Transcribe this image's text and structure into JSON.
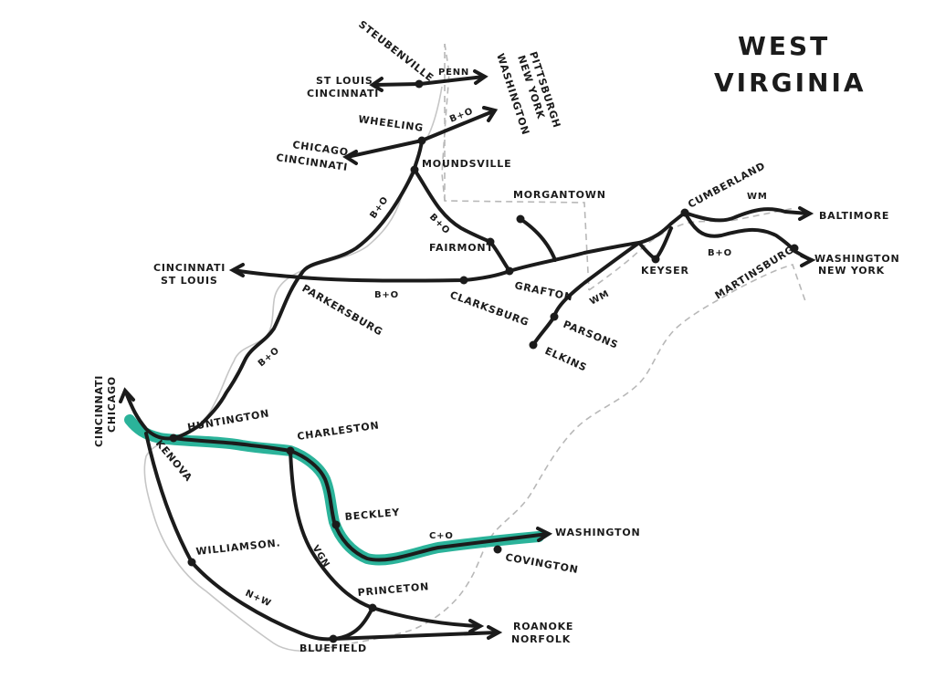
{
  "title": {
    "line1": "WEST",
    "line2": "VIRGINIA"
  },
  "colors": {
    "highlight": "#2bb39a",
    "ink": "#1b1b1b",
    "border": "#b8b8b8"
  },
  "cities": {
    "steubenville": "STEUBENVILLE",
    "wheeling": "WHEELING",
    "moundsville": "MOUNDSVILLE",
    "morgantown": "MORGANTOWN",
    "fairmont": "FAIRMONT",
    "grafton": "GRAFTON",
    "clarksburg": "CLARKSBURG",
    "parkersburg": "PARKERSBURG",
    "cumberland": "CUMBERLAND",
    "keyser": "KEYSER",
    "martinsburg": "MARTINSBURG",
    "parsons": "PARSONS",
    "elkins": "ELKINS",
    "huntington": "HUNTINGTON",
    "kenova": "KENOVA",
    "charleston": "CHARLESTON",
    "beckley": "BECKLEY",
    "covington": "COVINGTON",
    "williamson": "WILLIAMSON.",
    "princeton": "PRINCETON",
    "bluefield": "BLUEFIELD"
  },
  "destinations": {
    "stlouis_cinci_top": [
      "ST LOUIS",
      "CINCINNATI"
    ],
    "pittsburgh": [
      "PITTSBURGH",
      "NEW YORK",
      "WASHINGTON"
    ],
    "chicago_cinci": [
      "CHICAGO",
      "CINCINNATI"
    ],
    "cinci_stlouis": [
      "CINCINNATI",
      "ST LOUIS"
    ],
    "baltimore": "BALTIMORE",
    "washington_ny": [
      "WASHINGTON",
      "NEW YORK"
    ],
    "cinci_chicago": [
      "CINCINNATI",
      "CHICAGO"
    ],
    "washington": "WASHINGTON",
    "roanoke": [
      "ROANOKE",
      "NORFOLK"
    ]
  },
  "railroads": {
    "penn": "PENN",
    "bo_1": "B+O",
    "bo_2": "B+O",
    "bo_3": "B+O",
    "bo_4": "B+O",
    "bo_5": "B+O",
    "bo_6": "B+O",
    "wm_1": "WM",
    "wm_2": "WM",
    "co": "C+O",
    "vgn": "VGN",
    "nw": "N+W"
  }
}
